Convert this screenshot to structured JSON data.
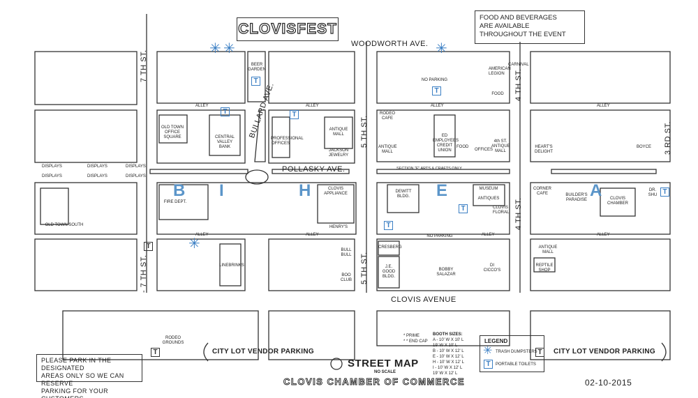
{
  "title": "CLOVISFEST",
  "food_note": [
    "FOOD AND BEVERAGES",
    "ARE AVAILABLE",
    "THROUGHOUT THE EVENT"
  ],
  "streets": {
    "woodworth": "WOODWORTH AVE.",
    "pollasky": "POLLASKY AVE.",
    "clovis": "CLOVIS AVENUE",
    "seventh_top": "7 TH ST.",
    "seventh_bottom": "- 7 TH ST.",
    "fifth_top": "5 TH ST.",
    "fifth_bottom": "5 TH ST.",
    "fourth_top": "4 TH ST.",
    "fourth_bottom": "4 TH ST.",
    "third": "3 RD ST.",
    "bullard": "BULLARD AVE."
  },
  "alleys": [
    "ALLEY",
    "ALLEY",
    "ALLEY",
    "ALLEY",
    "ALLEY",
    "ALLEY",
    "ALLEY",
    "ALLEY"
  ],
  "places": {
    "beer_garden": "BEER GARDEN",
    "old_town_office": "OLD TOWN OFFICE SQUARE",
    "central_valley_bank": "CENTRAL VALLEY BANK",
    "professional_offices": "PROFESSIONAL OFFICES",
    "antique_mall_1": "ANTIQUE MALL",
    "jackson_jewelry": "JACKSON JEWELRY",
    "no_parking_top": "NO PARKING",
    "american_legion": "AMERICAN LEGION",
    "food_top": "FOOD",
    "rodeo_cafe": "RODEO CAFE",
    "antique_mall_2": "ANTIQUE MALL",
    "ed_employee": "ED EMPLOYEES CREDIT UNION",
    "food_mid": "FOOD",
    "offices": "OFFICES",
    "fourth_st_antique": "4th ST. ANTIQUE MALL",
    "heartsdelight": "HEART'S DELIGHT",
    "boyce": "BOYCE",
    "fire_dept": "FIRE DEPT.",
    "clovis_appliance": "CLOVIS APPLIANCE",
    "henrys": "HENRY'S",
    "dewitt": "DEWITT BLDG.",
    "museum": "MUSEUM",
    "antiques": "ANTIQUES",
    "clovis_floral": "CLOVIS FLORAL",
    "corner_cafe": "CORNER CAFE",
    "builders_paradise": "BUILDER'S PARADISE",
    "clovis_chamber": "CLOVIS CHAMBER",
    "dr_shu": "DR. SHU",
    "old_town_south": "OLD TOWN SOUTH",
    "linebrinks": "LINEBRINKS",
    "bull_bull": "BULL BULL",
    "boo_club": "BOO CLUB",
    "cresberg": "CRESBERG",
    "no_parking_lot": "NO PARKING",
    "je_good": "J.E. GOOD BLDG.",
    "bobby_salazar": "BOBBY SALAZAR",
    "di_ciccos": "DI CICCO'S",
    "antique_mall_3": "ANTIQUE MALL",
    "reptile_shop": "REPTILE SHOP",
    "rodeo_grounds": "RODEO GROUNDS",
    "carnival": "CARNIVAL",
    "section_f": "SECTION \"F\" ARTS & CRAFTS ONLY"
  },
  "displays": [
    "DISPLAYS",
    "DISPLAYS",
    "DISPLAYS",
    "DISPLAYS",
    "DISPLAYS",
    "DISPLAYS"
  ],
  "sections": [
    "B",
    "I",
    "H",
    "E",
    "A"
  ],
  "parking_note": [
    "PLEASE PARK IN THE DESIGNATED",
    "AREAS ONLY SO WE CAN RESERVE",
    "PARKING FOR YOUR CUSTOMERS"
  ],
  "vendor_parking_left": "CITY LOT VENDOR PARKING",
  "vendor_parking_right": "CITY LOT VENDOR PARKING",
  "street_map_label": "STREET MAP",
  "no_scale": "NO SCALE",
  "chamber": "CLOVIS CHAMBER OF COMMERCE",
  "date": "02-10-2015",
  "legend": {
    "title": "LEGEND",
    "trash": "TRASH DUMPSTERS",
    "toilets": "PORTABLE TOILETS"
  },
  "symbol_key": [
    "* PRIME",
    "* * END CAP"
  ],
  "booth_sizes": {
    "title": "BOOTH SIZES:",
    "rows": [
      "A - 10' W X 10' L",
      "19' W X 10' L",
      "B - 10' W X 12' L",
      "E - 10' W X 12' L",
      "H - 10' W X 12' L",
      "I - 10' W X 12' L",
      "19' W X 12' L"
    ]
  },
  "toilet_glyph": "T",
  "star_glyph": "✳",
  "accent_color": "#3b7fc4"
}
